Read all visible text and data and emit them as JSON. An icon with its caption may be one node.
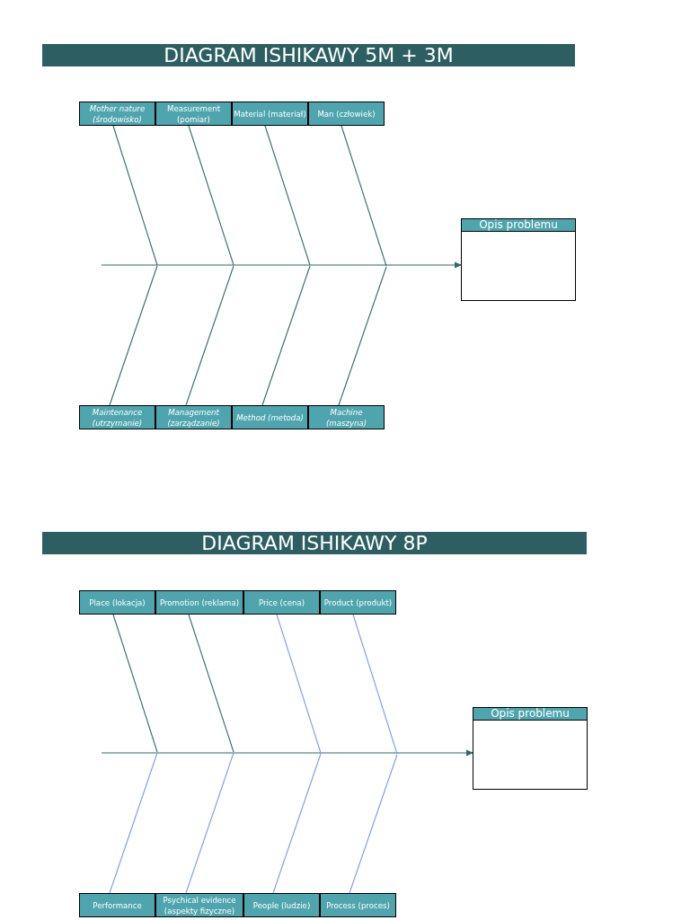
{
  "diagram": {
    "nodes": [
      {
        "text": [
          "DIAGRAM ISHIKAWY 5M + 3M"
        ]
      },
      {
        "text": [
          "Mother nature (środowisko)"
        ]
      },
      {
        "text": [
          "Measurement (pomiar)"
        ]
      },
      {
        "text": [
          "Material (materiał)"
        ]
      },
      {
        "text": [
          "Man (człowiek)"
        ]
      },
      {
        "text": [
          "Opis problemu"
        ]
      },
      {
        "text": [
          "Maintenance (utrzymanie)"
        ]
      },
      {
        "text": [
          "Management (zarządzanie)"
        ]
      },
      {
        "text": [
          "Method (metoda)"
        ]
      },
      {
        "text": [
          "Machine (maszyna)"
        ]
      },
      {
        "text": [
          "DIAGRAM ISHIKAWY 8P"
        ]
      },
      {
        "text": [
          "Place (lokacja)"
        ]
      },
      {
        "text": [
          "Promotion (reklama)"
        ]
      },
      {
        "text": [
          "Price (cena)"
        ]
      },
      {
        "text": [
          "Product (produkt)"
        ]
      },
      {
        "text": [
          "Opis problemu"
        ]
      },
      {
        "text": [
          "Performance"
        ]
      },
      {
        "text": [
          "Psychical evidence (aspekty fizyczne)"
        ]
      },
      {
        "text": [
          "People (ludzie)"
        ]
      },
      {
        "text": [
          "Process (proces)"
        ]
      }
    ],
    "edges": [
      {
        "from": null,
        "to": 5,
        "arrow": "to"
      },
      {
        "from": 1,
        "to": null,
        "arrow": "none"
      },
      {
        "from": 2,
        "to": null,
        "arrow": "none"
      },
      {
        "from": 3,
        "to": null,
        "arrow": "none"
      },
      {
        "from": 4,
        "to": null,
        "arrow": "none"
      },
      {
        "from": 6,
        "to": null,
        "arrow": "none"
      },
      {
        "from": 7,
        "to": null,
        "arrow": "none"
      },
      {
        "from": 8,
        "to": null,
        "arrow": "none"
      },
      {
        "from": 9,
        "to": null,
        "arrow": "none"
      },
      {
        "from": null,
        "to": 15,
        "arrow": "to"
      },
      {
        "from": 11,
        "to": null,
        "arrow": "none"
      },
      {
        "from": 12,
        "to": null,
        "arrow": "none"
      },
      {
        "from": 13,
        "to": null,
        "arrow": "none",
        "color": "#7b9be6"
      },
      {
        "from": 14,
        "to": null,
        "arrow": "none",
        "color": "#7b9be6"
      },
      {
        "from": 16,
        "to": null,
        "arrow": "none",
        "color": "#7b9be6"
      },
      {
        "from": 17,
        "to": null,
        "arrow": "none",
        "color": "#7b9be6"
      },
      {
        "from": 18,
        "to": null,
        "arrow": "none",
        "color": "#7b9be6"
      },
      {
        "from": 19,
        "to": null,
        "arrow": "none",
        "color": "#7b9be6"
      }
    ]
  }
}
